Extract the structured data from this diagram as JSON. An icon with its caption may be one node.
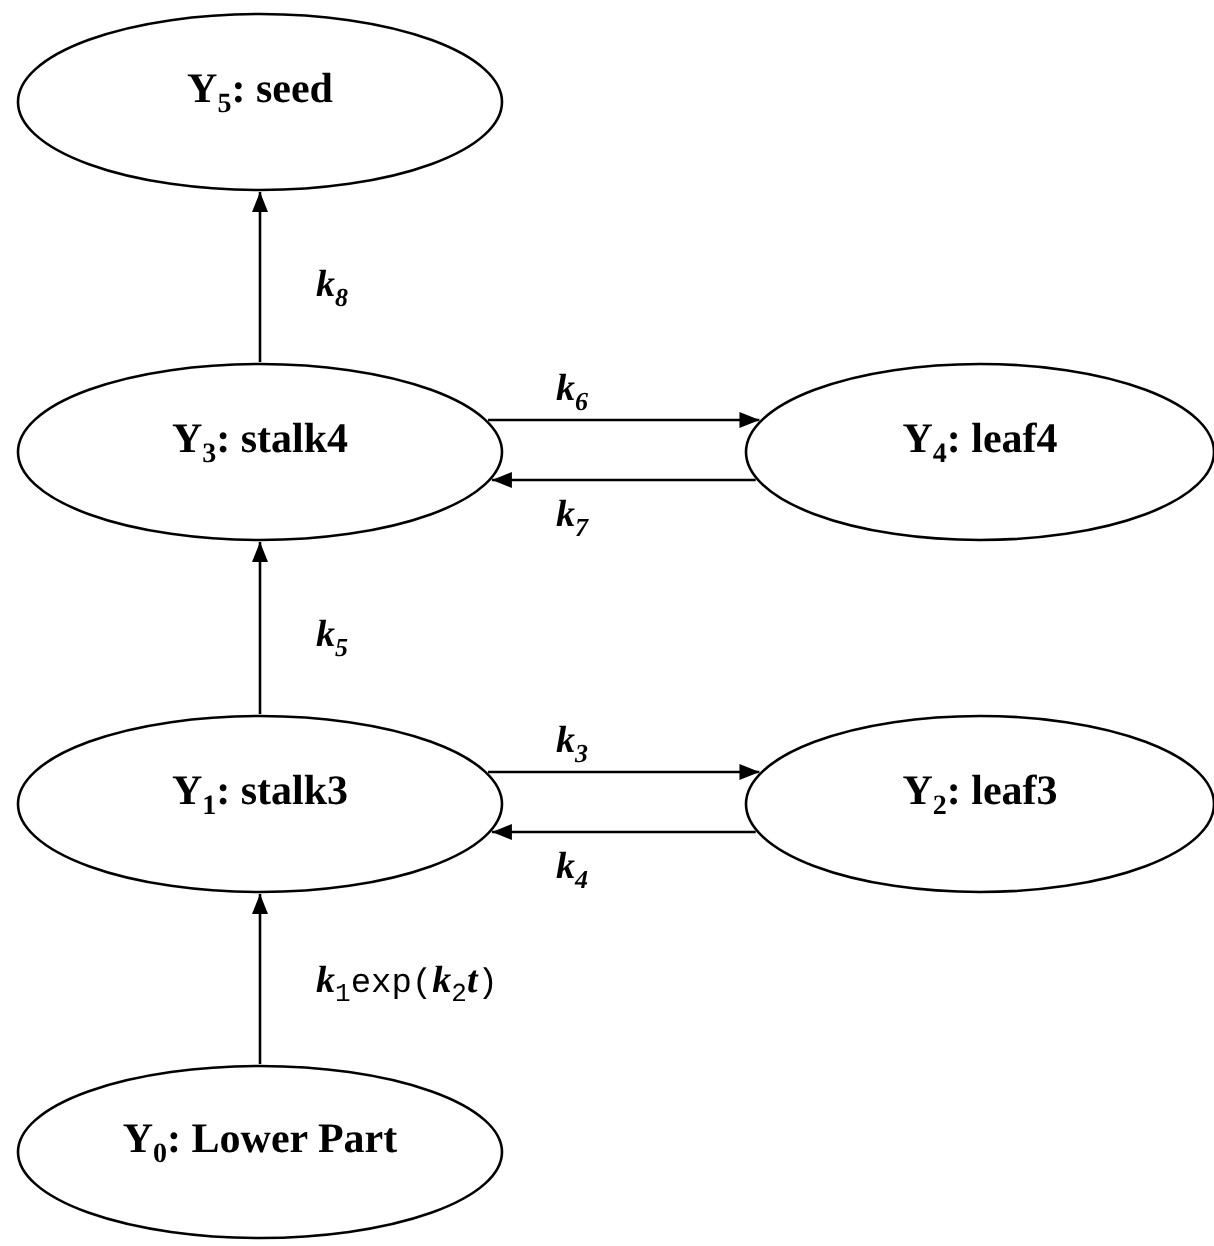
{
  "diagram": {
    "nodes": [
      {
        "text": [
          "Y$_{5}$: seed"
        ]
      },
      {
        "text": [
          "Y$_{3}$: stalk4"
        ]
      },
      {
        "text": [
          "Y$_{4}$: leaf4"
        ]
      },
      {
        "text": [
          "Y$_{1}$: stalk3"
        ]
      },
      {
        "text": [
          "Y$_{2}$: leaf3"
        ]
      },
      {
        "text": [
          "Y$_{0}$: Lower Part"
        ]
      }
    ],
    "edges": [
      {
        "from": 1,
        "to": 0,
        "arrow": "to",
        "label": "k$_{8}$"
      },
      {
        "from": 1,
        "to": 2,
        "arrow": "to",
        "label": "k$_{6}$"
      },
      {
        "from": 2,
        "to": 1,
        "arrow": "to",
        "label": "k$_{7}$"
      },
      {
        "from": 3,
        "to": 1,
        "arrow": "to",
        "label": "k$_{5}$"
      },
      {
        "from": 3,
        "to": 4,
        "arrow": "to",
        "label": "k$_{3}$"
      },
      {
        "from": 4,
        "to": 3,
        "arrow": "to",
        "label": "k$_{4}$"
      },
      {
        "from": 5,
        "to": 3,
        "arrow": "to",
        "label": "*k*$_{1}$exp(*k*$_{2}$*t*)"
      }
    ]
  }
}
